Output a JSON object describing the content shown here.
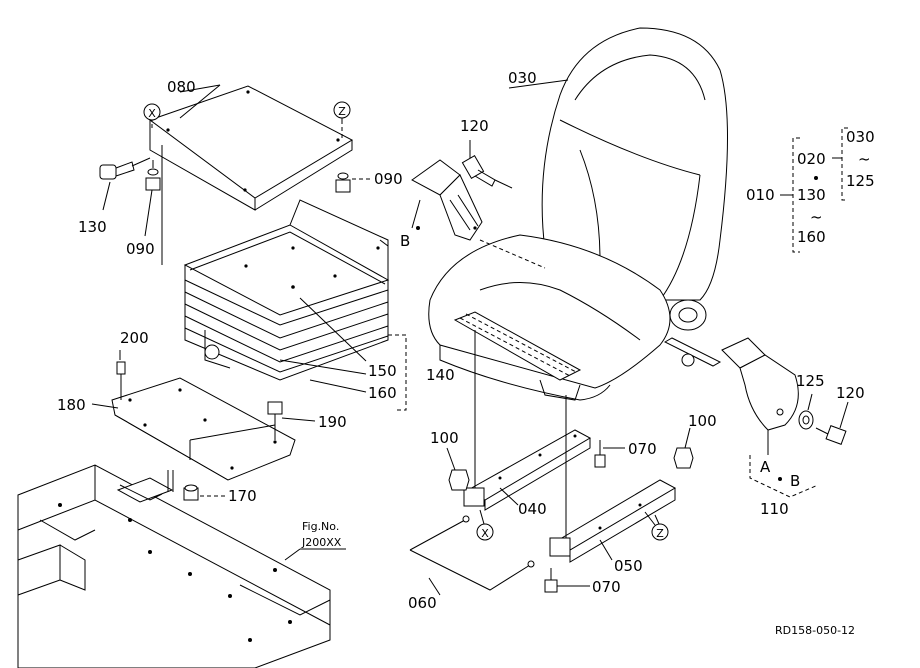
{
  "parts": {
    "p010": "010",
    "p020": "020",
    "p030": "030",
    "p030b": "030",
    "p040": "040",
    "p050": "050",
    "p060": "060",
    "p070a": "070",
    "p070b": "070",
    "p080": "080",
    "p090a": "090",
    "p090b": "090",
    "p100a": "100",
    "p100b": "100",
    "p110": "110",
    "p120a": "120",
    "p120b": "120",
    "p125a": "125",
    "p125b": "125",
    "p130a": "130",
    "p130b": "130",
    "p140": "140",
    "p150": "150",
    "p160a": "160",
    "p160b": "160",
    "p170": "170",
    "p180": "180",
    "p190": "190",
    "p200": "200"
  },
  "markers": {
    "x": "X",
    "z": "Z",
    "a": "A",
    "b": "B"
  },
  "tilde": "~",
  "fig_ref": {
    "line1": "Fig.No.",
    "line2": "J200XX"
  },
  "drawing_code": "RD158-050-12"
}
